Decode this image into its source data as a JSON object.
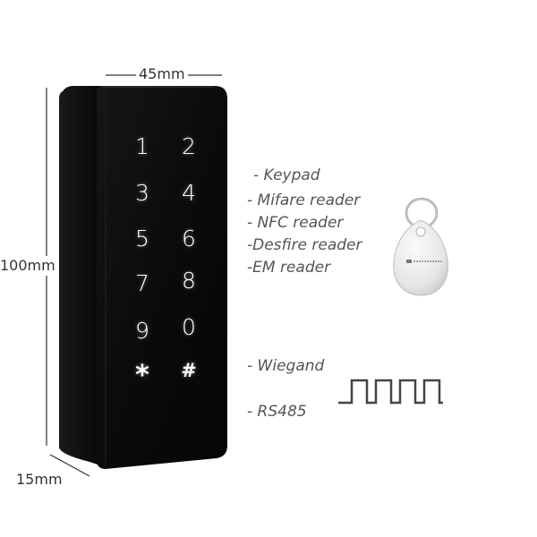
{
  "dimensions": {
    "width": "45mm",
    "height": "100mm",
    "depth": "15mm"
  },
  "keypad": {
    "keys": [
      "1",
      "2",
      "3",
      "4",
      "5",
      "6",
      "7",
      "8",
      "9",
      "0",
      "*",
      "#"
    ]
  },
  "features": {
    "readers": [
      "- Keypad",
      "- Mifare reader",
      "- NFC reader",
      "-Desfire reader",
      "-EM reader"
    ],
    "interfaces": [
      "- Wiegand",
      "- RS485"
    ]
  },
  "colors": {
    "device_body": "#0b0b0b",
    "key_glow": "#ffffff",
    "fob": "#ededed"
  },
  "icons": {
    "signal": "square-wave-icon",
    "fob": "rfid-key-fob-icon"
  }
}
